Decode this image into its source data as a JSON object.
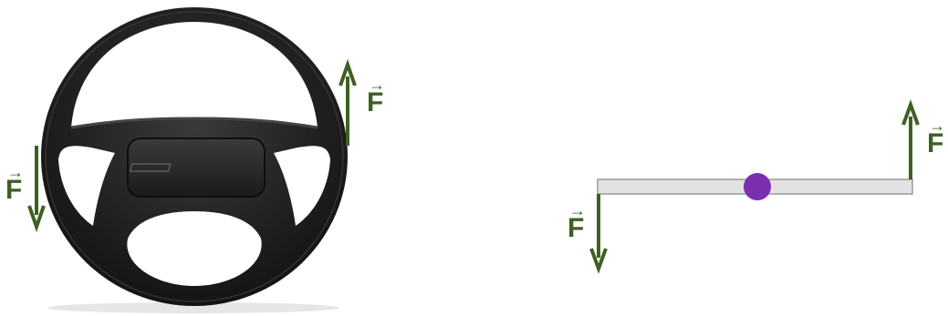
{
  "colors": {
    "force": "#3e6021",
    "pivot": "#7a2fb0",
    "lever_fill": "#e2e2e2",
    "lever_stroke": "#9a9a9a",
    "wheel": "#1f1f1f"
  },
  "wheel_diagram": {
    "force_up_label": "F",
    "force_down_label": "F",
    "icon": "steering-wheel-icon"
  },
  "lever_diagram": {
    "force_up_label": "F",
    "force_down_label": "F"
  }
}
